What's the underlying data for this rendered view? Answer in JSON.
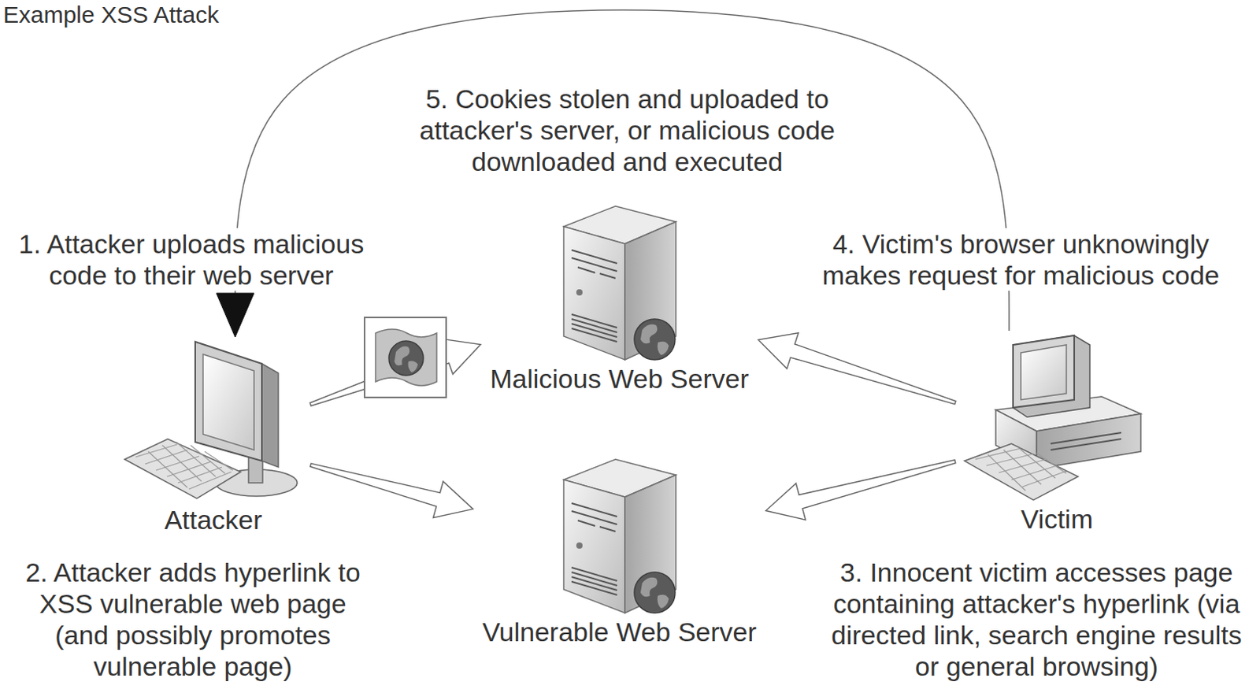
{
  "diagram": {
    "title": "Example XSS Attack",
    "nodes": [
      {
        "text": [
          "Malicious Web Server"
        ]
      },
      {
        "text": [
          "Attacker"
        ]
      },
      {
        "text": [
          "Victim"
        ]
      },
      {
        "text": [
          "Vulnerable Web Server"
        ]
      }
    ],
    "edges": [
      {
        "from": 1,
        "to": 0,
        "arrow": "to"
      },
      {
        "from": 1,
        "to": 3,
        "arrow": "to"
      },
      {
        "from": 2,
        "to": 3,
        "arrow": "to"
      },
      {
        "from": 2,
        "to": 0,
        "arrow": "to"
      },
      {
        "from": 2,
        "to": 1,
        "arrow": "to"
      }
    ],
    "labels": [
      "1. Attacker uploads malicious code to their web server",
      "2. Attacker adds hyperlink to XSS vulnerable web page (and possibly promotes vulnerable page)",
      "3. Innocent victim accesses page containing attacker's hyperlink (via directed link, search engine results or general browsing)",
      "4. Victim's browser unknowingly makes request for malicious code",
      "5. Cookies stolen and uploaded to attacker's server, or malicious code downloaded and executed"
    ]
  }
}
